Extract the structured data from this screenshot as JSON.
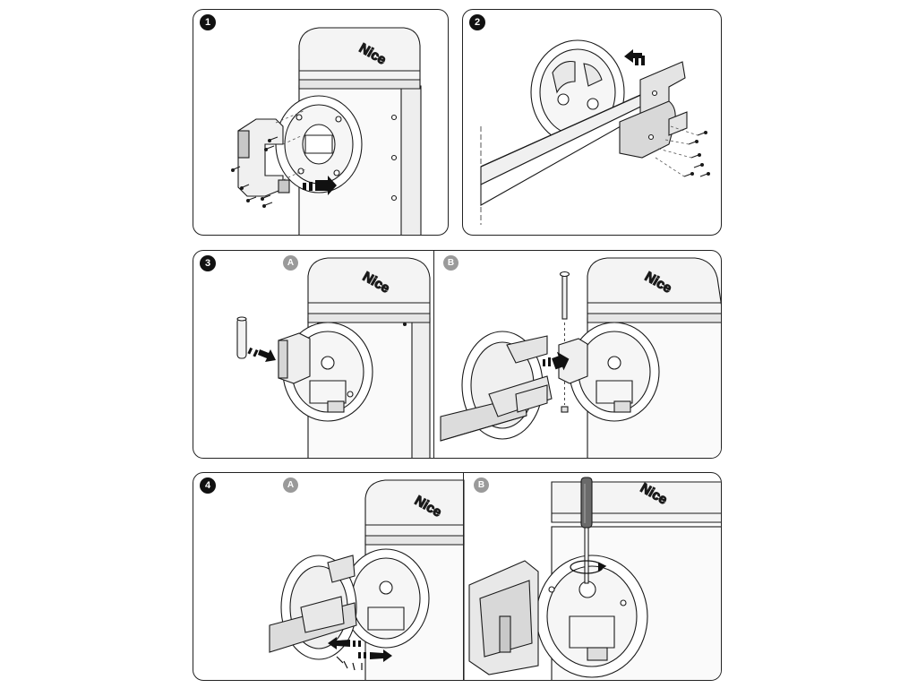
{
  "steps": [
    {
      "number": "1",
      "sub_labels": []
    },
    {
      "number": "2",
      "sub_labels": []
    },
    {
      "number": "3",
      "sub_labels": [
        "A",
        "B"
      ]
    },
    {
      "number": "4",
      "sub_labels": [
        "A",
        "B"
      ]
    }
  ],
  "brand_text": "Nice",
  "colors": {
    "line": "#1a1a1a",
    "box": "#eeeeee",
    "cap": "#f4f4f4",
    "arrow": "#111111",
    "badge": "#111111",
    "sub_badge": "#9a9a9a"
  },
  "icons": [
    "pushing-arrow-icon",
    "screwdriver-icon",
    "rotation-arrow-icon"
  ]
}
